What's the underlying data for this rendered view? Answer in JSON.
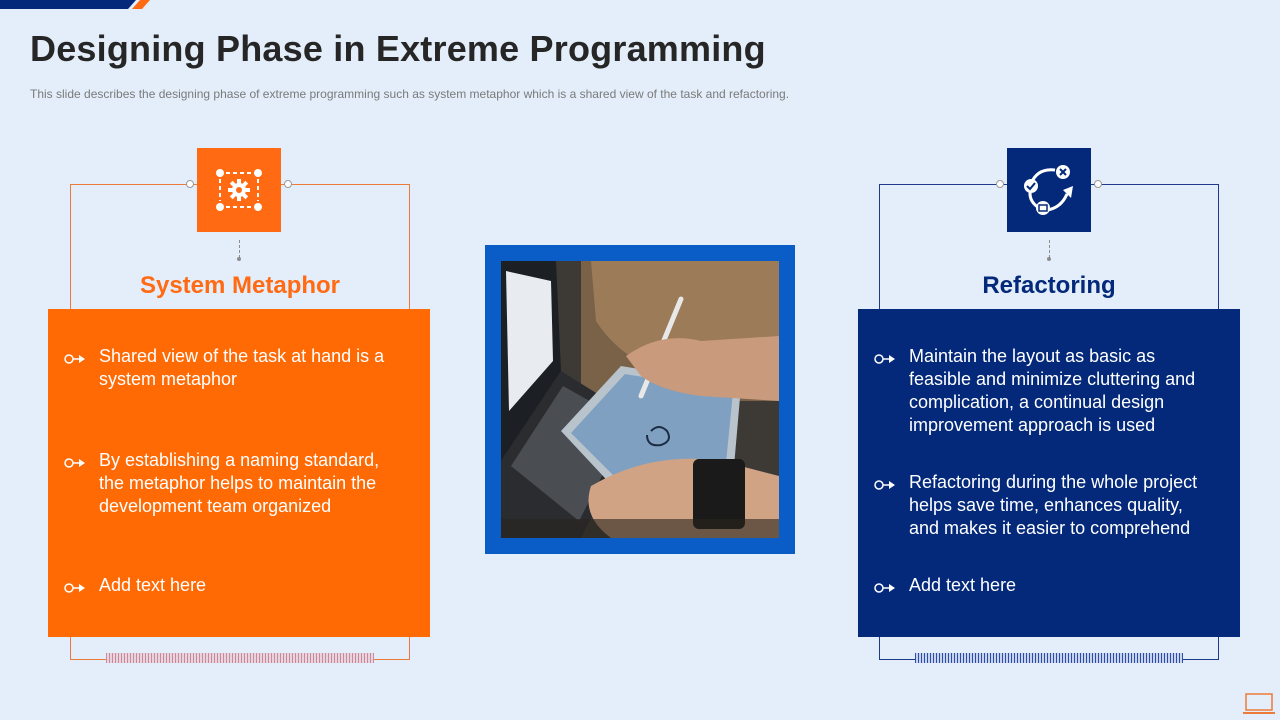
{
  "slide": {
    "title": "Designing Phase in Extreme Programming",
    "subtitle": "This slide describes the designing  phase of extreme programming  such as system metaphor which is a shared view  of the task and refactoring."
  },
  "colors": {
    "orange": "#ff6a05",
    "navy": "#04297a",
    "photo_border": "#0a5cc6",
    "background": "#e3eefa"
  },
  "left_card": {
    "icon": "gear-process-icon",
    "title": "System Metaphor",
    "bullets": [
      "Shared view of the task at hand is a system metaphor",
      "By establishing a naming standard, the metaphor helps to maintain the development team organized",
      "Add text here"
    ]
  },
  "right_card": {
    "icon": "refactor-cycle-icon",
    "title": "Refactoring",
    "bullets": [
      "Maintain the layout as basic as feasible and minimize cluttering and complication, a continual design improvement approach is used",
      "Refactoring during the whole project helps save time, enhances quality, and makes it easier to comprehend",
      "Add text here"
    ]
  },
  "center_image": {
    "icon": "laptop-tablet-photo"
  }
}
